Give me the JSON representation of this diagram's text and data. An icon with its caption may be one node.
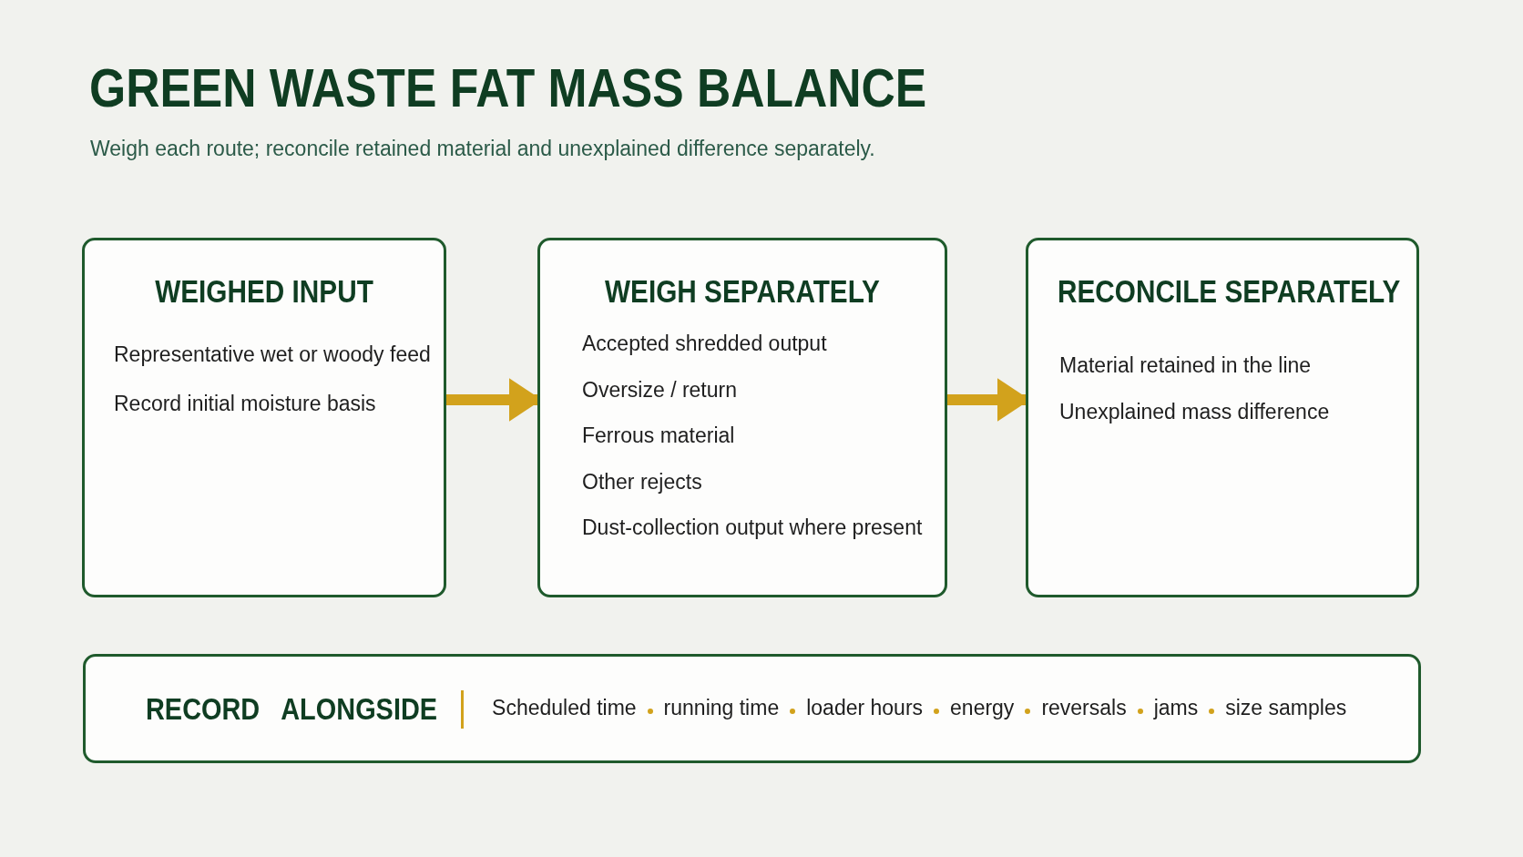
{
  "diagram": {
    "title": "GREEN WASTE FAT MASS BALANCE",
    "caption": "Weigh each route; reconcile retained material and unexplained difference separately.",
    "nodes": [
      {
        "text": [
          "WEIGHED INPUT",
          "Representative wet or woody feed",
          "Record initial moisture basis"
        ]
      },
      {
        "text": [
          "WEIGH SEPARATELY",
          "Accepted shredded output",
          "Oversize / return",
          "Ferrous material",
          "Other rejects",
          "Dust-collection output where present"
        ]
      },
      {
        "text": [
          "RECONCILE SEPARATELY",
          "Material retained in the line",
          "Unexplained mass difference"
        ]
      },
      {
        "text": [
          "RECORD   ALONGSIDE",
          "Scheduled time",
          "running time",
          "loader hours",
          "energy",
          "reversals",
          "jams",
          "size samples"
        ]
      }
    ],
    "edges": [
      {
        "from": 0,
        "to": 1,
        "arrow": "to"
      },
      {
        "from": 1,
        "to": 2,
        "arrow": "to"
      }
    ]
  }
}
